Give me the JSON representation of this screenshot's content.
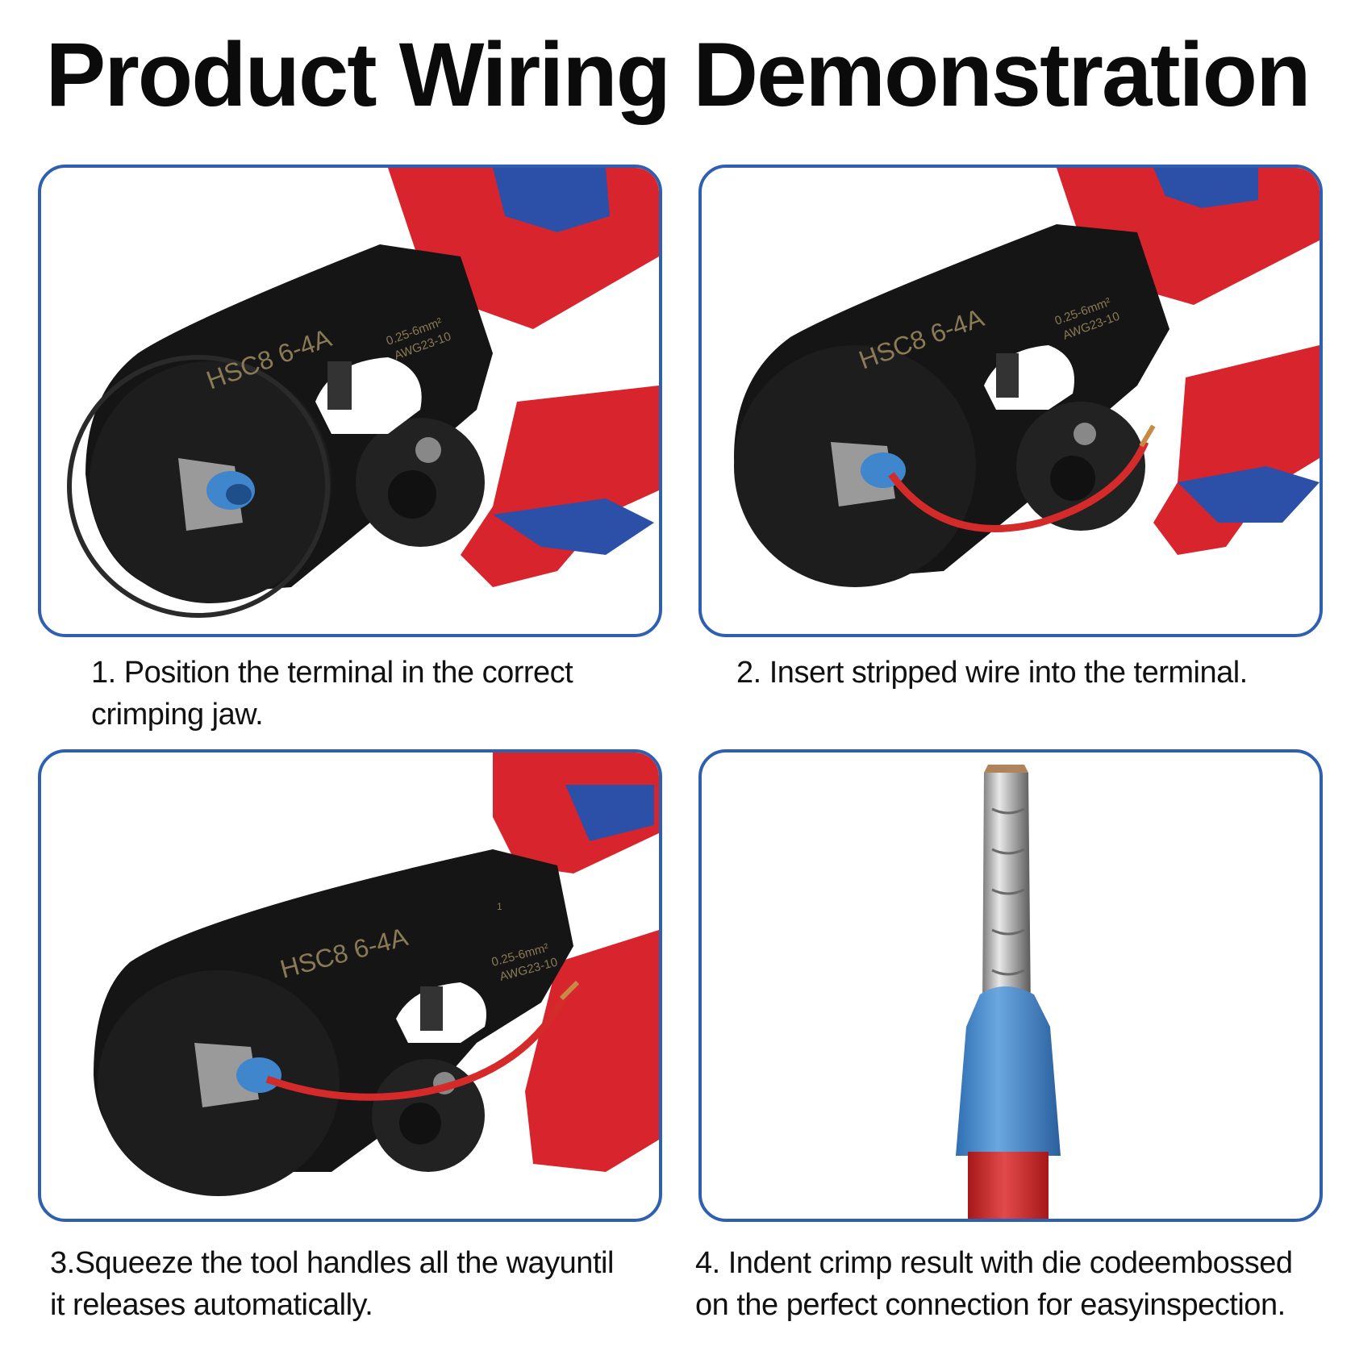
{
  "title": "Product Wiring Demonstration",
  "tool": {
    "model_label": "HSC8 6-4A",
    "spec_line1": "0.25-6mm²",
    "spec_line2": "AWG23-10",
    "jaw_number": "1"
  },
  "steps": [
    {
      "caption_line1": "1. Position the terminal in the correct",
      "caption_line2": "crimping jaw."
    },
    {
      "caption_line1": "2. Insert stripped wire into the terminal.",
      "caption_line2": ""
    },
    {
      "caption_line1": "3.Squeeze the tool handles all the wayuntil",
      "caption_line2": "it releases automatically."
    },
    {
      "caption_line1": "4. Indent crimp result with die codeembossed",
      "caption_line2": "on the perfect connection for easyinspection."
    }
  ],
  "colors": {
    "panel_border": "#2f5fb0",
    "handle_red": "#d8242c",
    "grip_blue": "#2c4fa8",
    "tool_black": "#151515",
    "ferrule_blue": "#3f86cc",
    "wire_red": "#d42a2a",
    "label_gold": "#8a7a55"
  }
}
